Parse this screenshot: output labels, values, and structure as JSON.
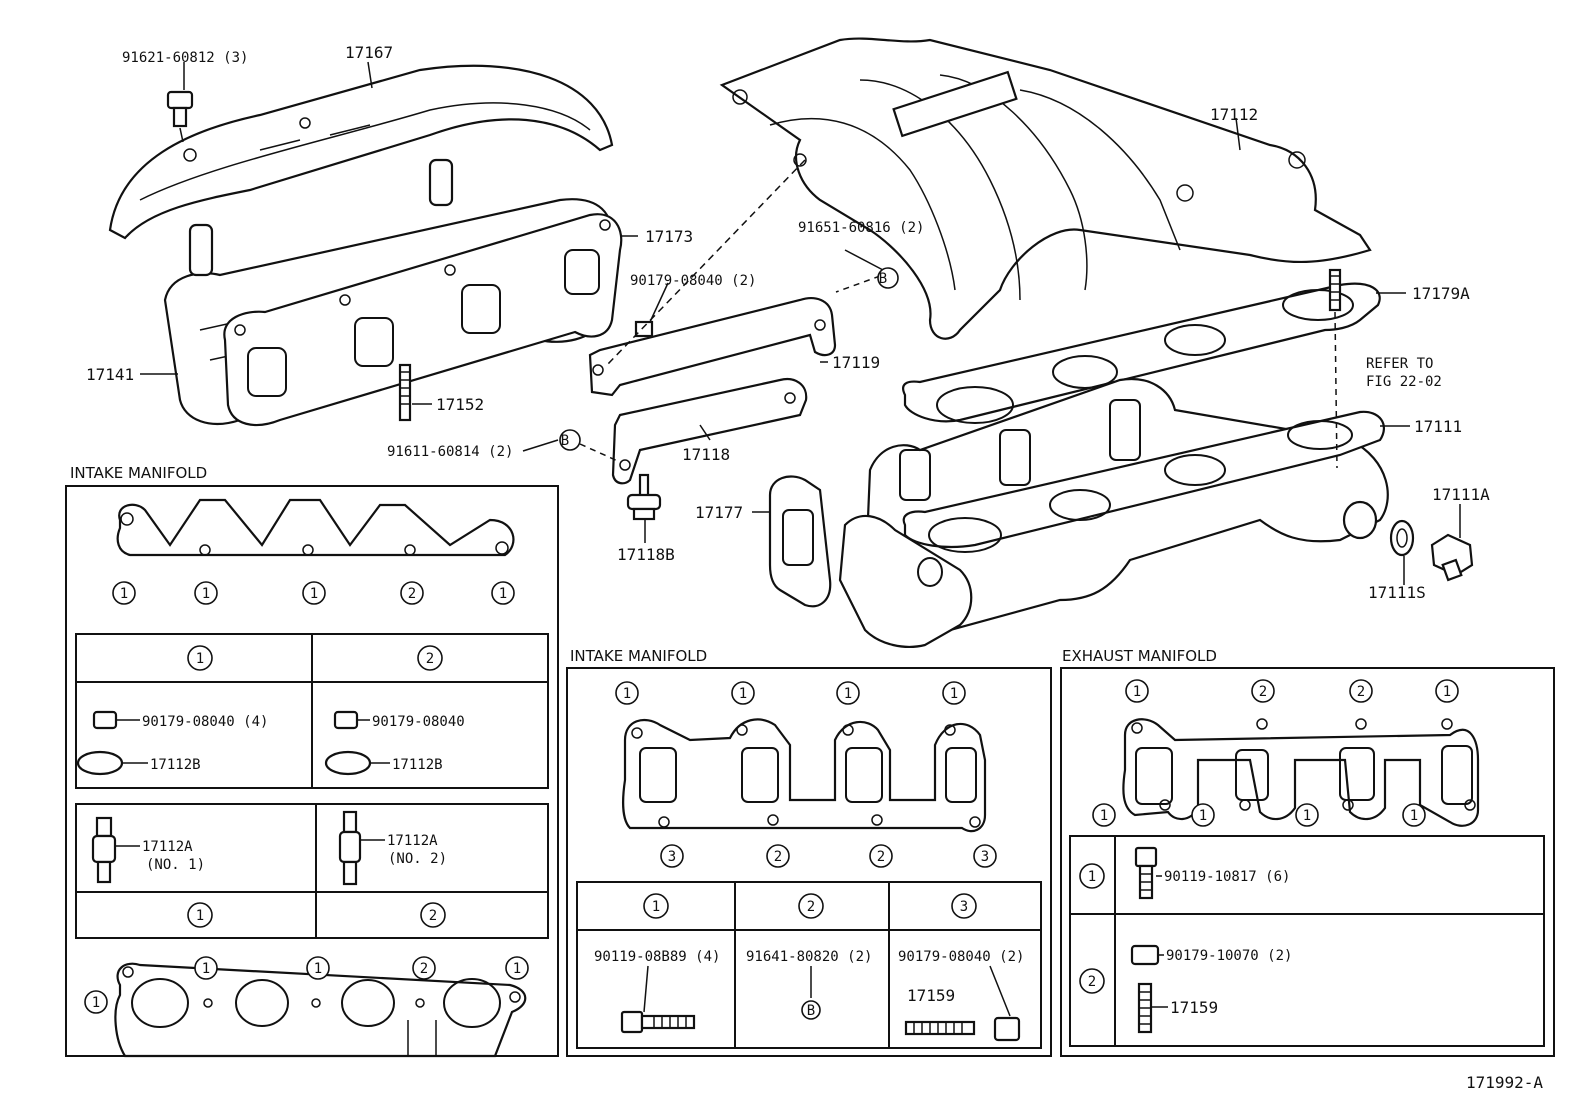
{
  "labels": {
    "bolt_top": "91621-60812 (3)",
    "heat_insulator": "17167",
    "intake_manifold_part": "17112",
    "gasket_17173": "17173",
    "nut_90179_2": "90179-08040 (2)",
    "bolt_91651": "91651-60816 (2)",
    "gasket_17179A": "17179A",
    "exhaust_manifold_part": "17141",
    "stud_17152": "17152",
    "stay_17119": "17119",
    "refer_to_line1": "REFER TO",
    "refer_to_line2": "FIG 22-02",
    "bolt_91611": "91611-60814 (2)",
    "stay_17118": "17118",
    "gasket_17111": "17111",
    "plug_17111A": "17111A",
    "gasket_17177": "17177",
    "insulator_17118B": "17118B",
    "gasket_17111S": "17111S",
    "drawing_number": "171992-A"
  },
  "intake_left_panel": {
    "title": "INTAKE MANIFOLD",
    "top_markers": [
      "1",
      "1",
      "1",
      "2",
      "1"
    ],
    "col1_header": "1",
    "col2_header": "2",
    "col1_nut": "90179-08040 (4)",
    "col1_washer": "17112B",
    "col2_nut": "90179-08040",
    "col2_washer": "17112B",
    "col1_stud": "17112A",
    "col1_stud_note": "(NO. 1)",
    "col2_stud": "17112A",
    "col2_stud_note": "(NO. 2)",
    "bottom_col1": "1",
    "bottom_col2": "2",
    "bottom_markers": [
      "1",
      "1",
      "1",
      "2",
      "1"
    ]
  },
  "intake_mid_panel": {
    "title": "INTAKE MANIFOLD",
    "top_markers": [
      "1",
      "1",
      "1",
      "1"
    ],
    "bottom_markers": [
      "3",
      "2",
      "2",
      "3"
    ],
    "col_headers": [
      "1",
      "2",
      "3"
    ],
    "col1_bolt": "90119-08B89 (4)",
    "col2_bolt": "91641-80820 (2)",
    "col2_mark": "B",
    "col3_nut": "90179-08040 (2)",
    "col3_stud": "17159"
  },
  "exhaust_panel": {
    "title": "EXHAUST MANIFOLD",
    "top_markers": [
      "1",
      "2",
      "2",
      "1"
    ],
    "bottom_markers": [
      "1",
      "1",
      "1",
      "1"
    ],
    "row1_marker": "1",
    "row1_bolt": "90119-10817 (6)",
    "row2_marker": "2",
    "row2_nut": "90179-10070 (2)",
    "row2_stud": "17159"
  },
  "callout_mark": "B"
}
